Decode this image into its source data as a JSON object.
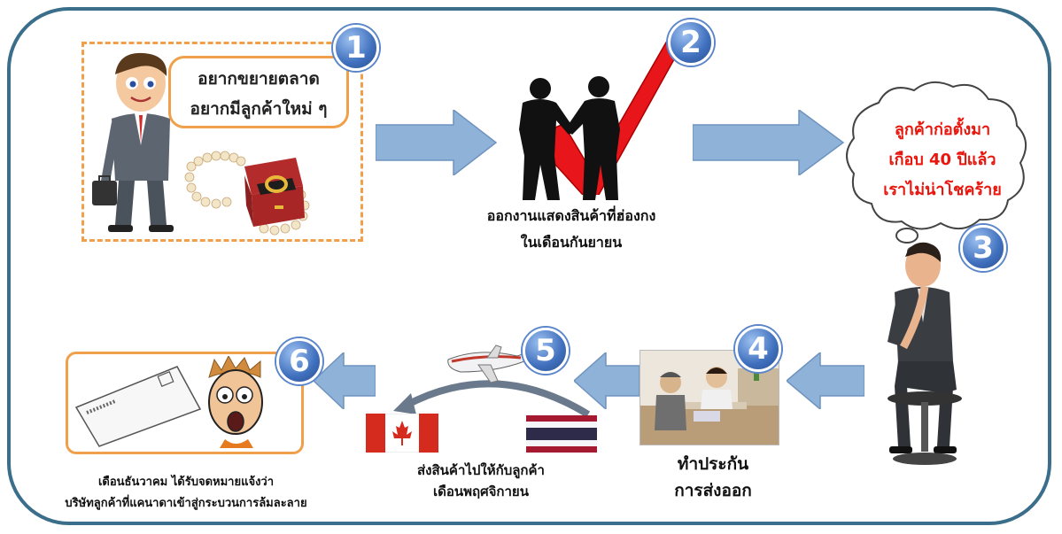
{
  "steps": [
    {
      "number": "1",
      "bubble_line1": "อยากขยายตลาด",
      "bubble_line2": "อยากมีลูกค้าใหม่ ๆ"
    },
    {
      "number": "2",
      "caption_line1": "ออกงานแสดงสินค้าที่ฮ่องกง",
      "caption_line2": "ในเดือนกันยายน"
    },
    {
      "number": "3",
      "cloud_line1": "ลูกค้าก่อตั้งมา",
      "cloud_line2": "เกือบ 40 ปีแล้ว",
      "cloud_line3": "เราไม่น่าโชคร้าย"
    },
    {
      "number": "4",
      "caption_line1": "ทำประกัน",
      "caption_line2": "การส่งออก"
    },
    {
      "number": "5",
      "caption_line1": "ส่งสินค้าไปให้กับลูกค้า",
      "caption_line2": "เดือนพฤศจิกายน"
    },
    {
      "number": "6",
      "caption_line1": "เดือนธันวาคม ได้รับจดหมายแจ้งว่า",
      "caption_line2": "บริษัทลูกค้าที่แคนาดาเข้าสู่กระบวนการล้มละลาย"
    }
  ],
  "colors": {
    "frame": "#3a6e8a",
    "arrow": "#8fb2d9",
    "badge": "#3f6fbd",
    "dashed_box": "#f0a04a",
    "cloud_text": "#e8160c",
    "checkmark": "#e8161b"
  },
  "icons": [
    "businessman-icon",
    "pearl-necklace-ring-icon",
    "handshake-silhouette-icon",
    "red-checkmark-icon",
    "thought-cloud-icon",
    "thinking-businessman-icon",
    "office-workers-photo",
    "airplane-icon",
    "thailand-flag-icon",
    "canada-flag-icon",
    "envelope-icon",
    "shocked-face-icon"
  ]
}
